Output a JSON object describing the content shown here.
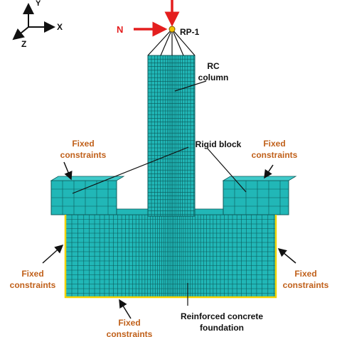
{
  "axes": {
    "y": "Y",
    "x": "X",
    "z": "Z"
  },
  "loads": {
    "n_label": "N"
  },
  "reference_point": "RP-1",
  "labels": {
    "rc_column_line1": "RC",
    "rc_column_line2": "column",
    "rigid_block": "Rigid block",
    "fixed_tl_1": "Fixed",
    "fixed_tl_2": "constraints",
    "fixed_tr_1": "Fixed",
    "fixed_tr_2": "constraints",
    "fixed_l_1": "Fixed",
    "fixed_l_2": "constraints",
    "fixed_r_1": "Fixed",
    "fixed_r_2": "constraints",
    "fixed_b_1": "Fixed",
    "fixed_b_2": "constraints",
    "foundation_1": "Reinforced concrete",
    "foundation_2": "foundation"
  },
  "colors": {
    "mesh_fill": "#21b7b7",
    "mesh_line": "#0b5959",
    "load_arrow": "#e41e1e",
    "constraint_edge": "#f2d200",
    "label_orange": "#c0601a",
    "rp_point": "#f2c200"
  }
}
